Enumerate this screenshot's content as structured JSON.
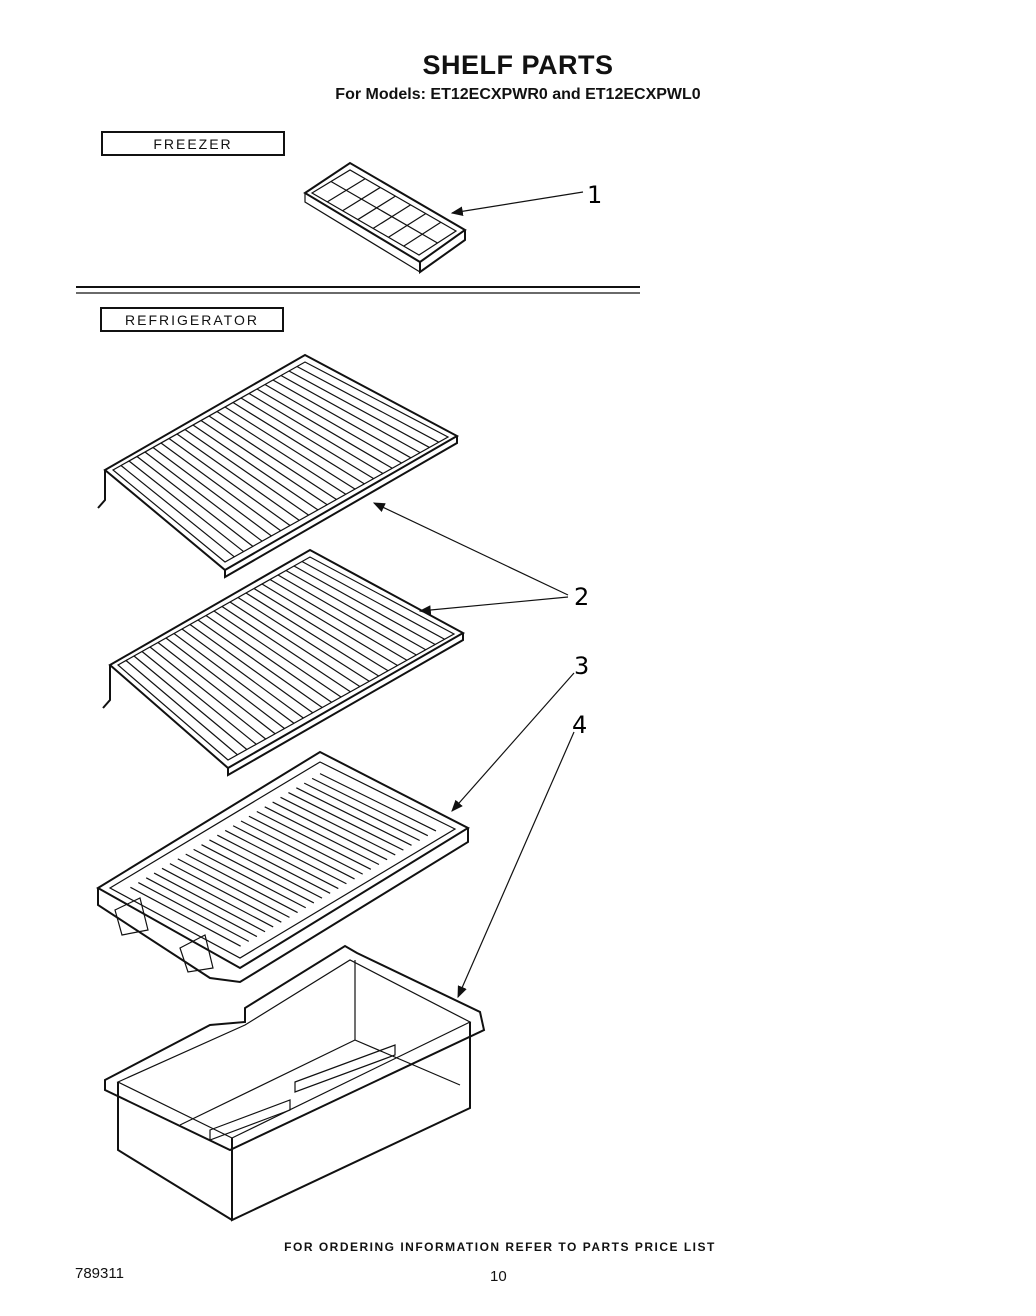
{
  "header": {
    "title": "SHELF PARTS",
    "subtitle": "For Models: ET12ECXPWR0 and ET12ECXPWL0"
  },
  "sections": {
    "freezer_label": "FREEZER",
    "refrigerator_label": "REFRIGERATOR"
  },
  "callouts": [
    "1",
    "2",
    "3",
    "4"
  ],
  "footer": {
    "note": "FOR ORDERING INFORMATION REFER TO PARTS PRICE LIST",
    "doc_number": "789311",
    "page_number": "10"
  }
}
